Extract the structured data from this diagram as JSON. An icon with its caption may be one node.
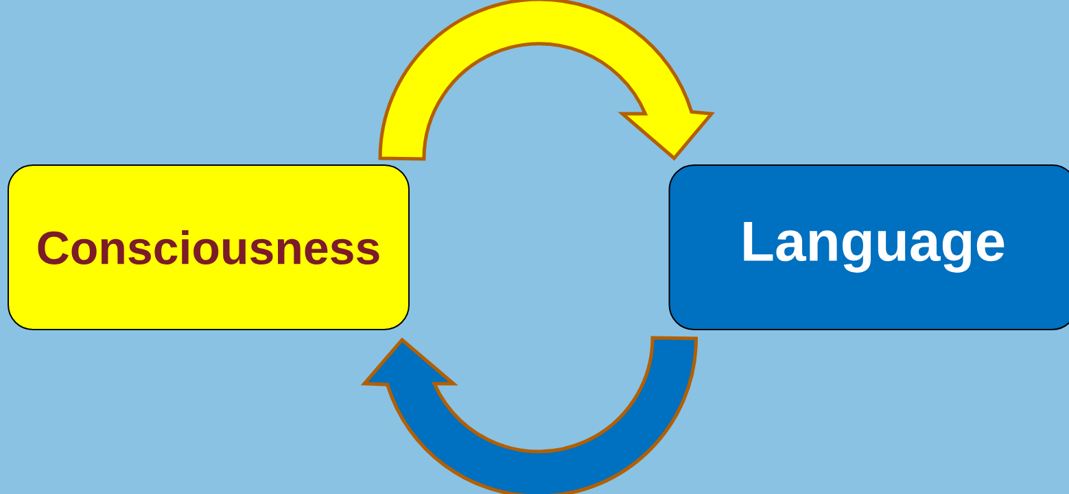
{
  "diagram": {
    "nodes": [
      {
        "text": [
          "Consciousness"
        ]
      },
      {
        "text": [
          "Language"
        ]
      }
    ],
    "edges": [
      {
        "from": 0,
        "to": 1,
        "arrow": "to",
        "color": "#ffff00"
      },
      {
        "from": 1,
        "to": 0,
        "arrow": "to",
        "color": "#0070c0"
      }
    ]
  }
}
